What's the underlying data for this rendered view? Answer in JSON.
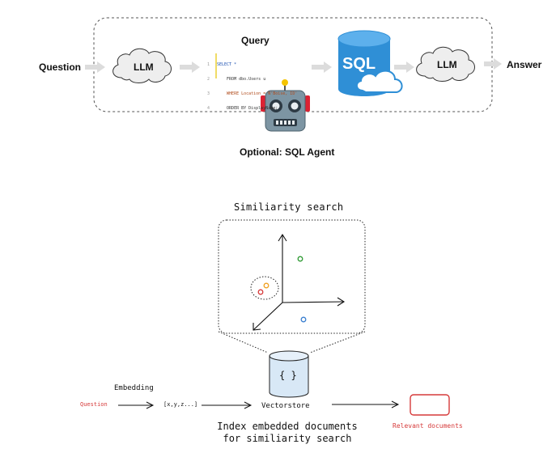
{
  "top": {
    "question": "Question",
    "llm1": "LLM",
    "query_label": "Query",
    "sql_lines": [
      {
        "num": "1",
        "text": "SELECT *"
      },
      {
        "num": "2",
        "text": "    FROM dbo.Users u"
      },
      {
        "num": "3",
        "text": "    WHERE Location = N'Boise, ID'"
      },
      {
        "num": "4",
        "text": "    ORDER BY DisplayName;"
      }
    ],
    "sql_label": "SQL",
    "llm2": "LLM",
    "answer": "Answer",
    "agent_label": "Optional: SQL Agent"
  },
  "bottom": {
    "title": "Similiarity search",
    "embedding": "Embedding",
    "question": "Question",
    "vector": "[x,y,z...]",
    "store_icon": "{ }",
    "vectorstore": "Vectorstore",
    "relevant": "Relevant documents",
    "caption_line1": "Index embedded documents",
    "caption_line2": "for similiarity search"
  },
  "colors": {
    "arrow_grey": "#dcdcdc",
    "sql_blue": "#2f8fd6",
    "red": "#d63a3a",
    "green": "#2e9a33",
    "orange": "#f0a020",
    "blue_dot": "#3a7fd0"
  }
}
